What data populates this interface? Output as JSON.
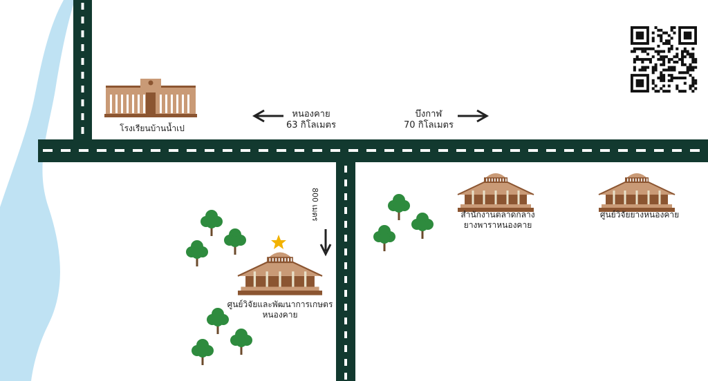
{
  "colors": {
    "river": "#bfe2f3",
    "road": "#12392f",
    "road_dash": "#ffffff",
    "building_light": "#c99a76",
    "building_dark": "#8b5531",
    "tree": "#2e8b3e",
    "trunk": "#6b4a2b",
    "star": "#f2b200",
    "arrow": "#222222"
  },
  "labels": {
    "school": "โรงเรียนบ้านน้ำเป",
    "nong_khai_name": "หนองคาย",
    "nong_khai_dist": "63 กิโลเมตร",
    "bueng_kan_name": "บึงกาฬ",
    "bueng_kan_dist": "70 กิโลเมตร",
    "side_road_dist": "800 เมตร",
    "market_line1": "สำนักงานตลาดกลาง",
    "market_line2": "ยางพาราหนองคาย",
    "rubber_center": "ศูนย์วิจัยยางหนองคาย",
    "agri_center_line1": "ศูนย์วิจัยและพัฒนาการเกษตร",
    "agri_center_line2": "หนองคาย"
  },
  "icons": {
    "qr": "qr-code-icon",
    "star": "star-icon",
    "tree": "tree-icon",
    "building": "building-icon"
  }
}
